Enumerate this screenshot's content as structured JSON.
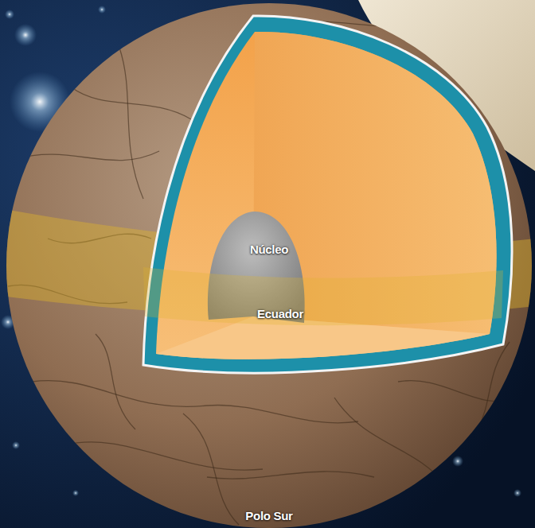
{
  "diagram": {
    "labels": [
      "Núcleo",
      "Ecuador",
      "Polo Sur"
    ]
  }
}
